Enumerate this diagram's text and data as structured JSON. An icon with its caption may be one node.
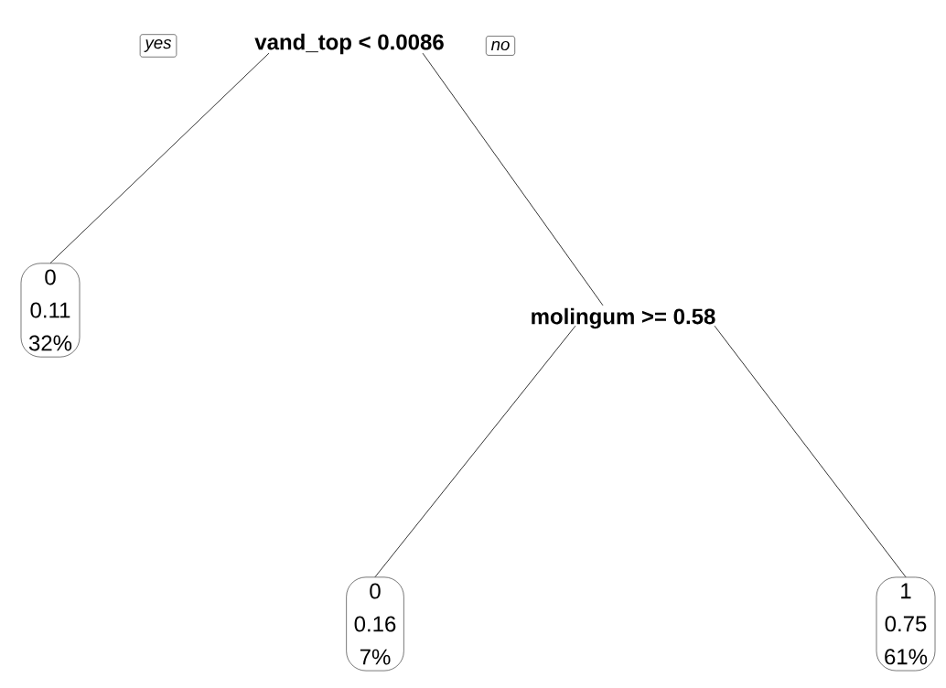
{
  "diagram": {
    "nodes": [
      {
        "text": [
          "vand_top < 0.0086"
        ]
      },
      {
        "text": [
          "0",
          "0.11",
          "32%"
        ]
      },
      {
        "text": [
          "molingum >= 0.58"
        ]
      },
      {
        "text": [
          "0",
          "0.16",
          "7%"
        ]
      },
      {
        "text": [
          "1",
          "0.75",
          "61%"
        ]
      }
    ],
    "edges": [
      {
        "from": 0,
        "to": 1,
        "arrow": "none",
        "label": "yes"
      },
      {
        "from": 0,
        "to": 2,
        "arrow": "none",
        "label": "no"
      },
      {
        "from": 2,
        "to": 3,
        "arrow": "none"
      },
      {
        "from": 2,
        "to": 4,
        "arrow": "none"
      }
    ]
  }
}
